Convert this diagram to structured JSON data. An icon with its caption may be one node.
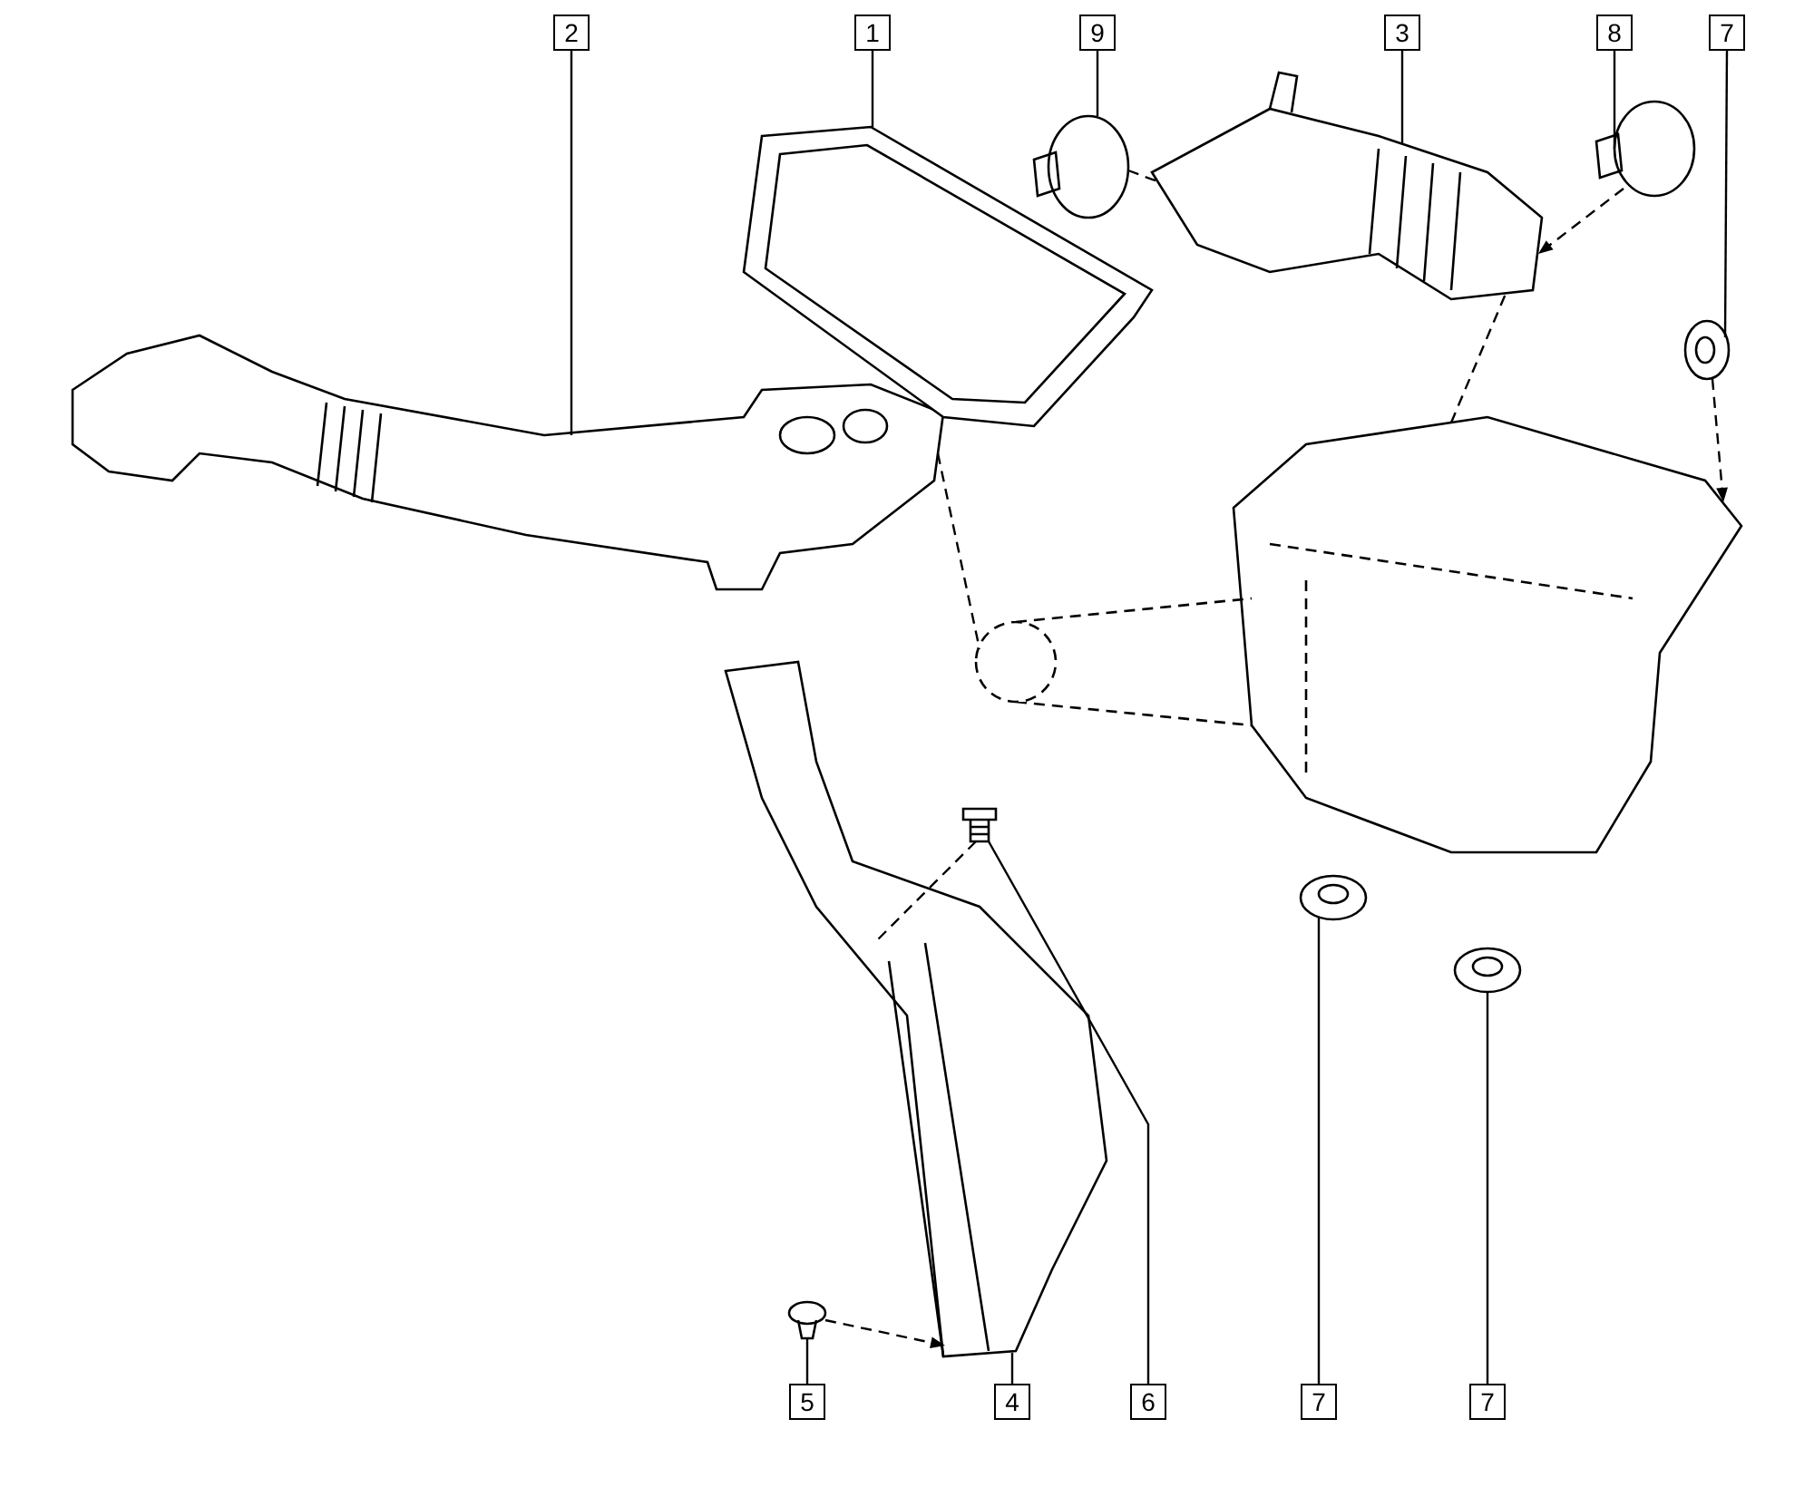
{
  "diagram": {
    "nodes": [
      {
        "text": [
          "2"
        ]
      },
      {
        "text": [
          "1"
        ]
      },
      {
        "text": [
          "9"
        ]
      },
      {
        "text": [
          "3"
        ]
      },
      {
        "text": [
          "8"
        ]
      },
      {
        "text": [
          "7"
        ]
      },
      {
        "text": [
          "5"
        ]
      },
      {
        "text": [
          "4"
        ]
      },
      {
        "text": [
          "6"
        ]
      },
      {
        "text": [
          "7"
        ]
      },
      {
        "text": [
          "7"
        ]
      },
      {
        "text": [],
        "shape": "picture"
      },
      {
        "text": [],
        "shape": "picture"
      },
      {
        "text": [],
        "shape": "picture"
      },
      {
        "text": [],
        "shape": "picture"
      },
      {
        "text": [],
        "shape": "picture"
      },
      {
        "text": [],
        "shape": "picture"
      },
      {
        "text": [],
        "shape": "picture"
      },
      {
        "text": [],
        "shape": "picture"
      },
      {
        "text": [],
        "shape": "picture"
      },
      {
        "text": [],
        "shape": "picture"
      },
      {
        "text": [],
        "shape": "picture"
      },
      {
        "text": [],
        "shape": "picture"
      }
    ],
    "edges": [
      {
        "from": 0,
        "to": 11,
        "arrow": "none"
      },
      {
        "from": 1,
        "to": 12,
        "arrow": "none"
      },
      {
        "from": 2,
        "to": 13,
        "arrow": "none"
      },
      {
        "from": 3,
        "to": 14,
        "arrow": "none"
      },
      {
        "from": 4,
        "to": 15,
        "arrow": "none"
      },
      {
        "from": 5,
        "to": 16,
        "arrow": "none"
      },
      {
        "from": 6,
        "to": 17,
        "arrow": "none"
      },
      {
        "from": 7,
        "to": 18,
        "arrow": "none"
      },
      {
        "from": 8,
        "to": 19,
        "arrow": "none"
      },
      {
        "from": 9,
        "to": 20,
        "arrow": "none"
      },
      {
        "from": 10,
        "to": 21,
        "arrow": "none"
      },
      {
        "from": 17,
        "to": 18,
        "arrow": "to",
        "style": "dashed"
      },
      {
        "from": 19,
        "to": 18,
        "arrow": "none",
        "style": "dashed"
      },
      {
        "from": 15,
        "to": 14,
        "arrow": "to",
        "style": "dashed"
      },
      {
        "from": 16,
        "to": 22,
        "arrow": "to",
        "style": "dashed"
      },
      {
        "from": 13,
        "to": 14,
        "arrow": "none",
        "style": "dashed"
      },
      {
        "from": 11,
        "to": 22,
        "arrow": "none",
        "style": "dashed"
      },
      {
        "from": 22,
        "to": 14,
        "arrow": "none",
        "style": "dashed"
      }
    ]
  }
}
